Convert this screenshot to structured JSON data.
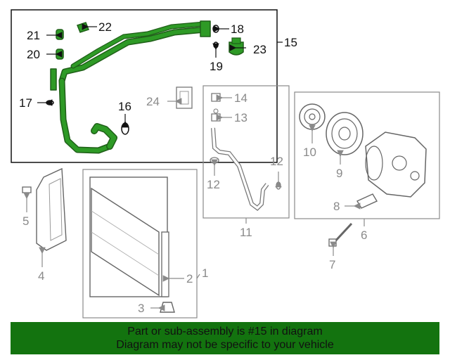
{
  "labels": {
    "n1": "1",
    "n2": "2",
    "n3": "3",
    "n4": "4",
    "n5": "5",
    "n6": "6",
    "n7": "7",
    "n8": "8",
    "n9": "9",
    "n10": "10",
    "n11": "11",
    "n12a": "12",
    "n12b": "12",
    "n13": "13",
    "n14": "14",
    "n15": "15",
    "n16": "16",
    "n17": "17",
    "n18": "18",
    "n19": "19",
    "n20": "20",
    "n21": "21",
    "n22": "22",
    "n23": "23",
    "n24": "24"
  },
  "footer": {
    "line1": "Part or sub-assembly is #15 in diagram",
    "line2": "Diagram may not be specific to your vehicle"
  },
  "colors": {
    "highlight_green": "#13730f",
    "part_green": "#1f8a1a",
    "outline": "#555555",
    "callout_grey": "#8a8a8a"
  }
}
